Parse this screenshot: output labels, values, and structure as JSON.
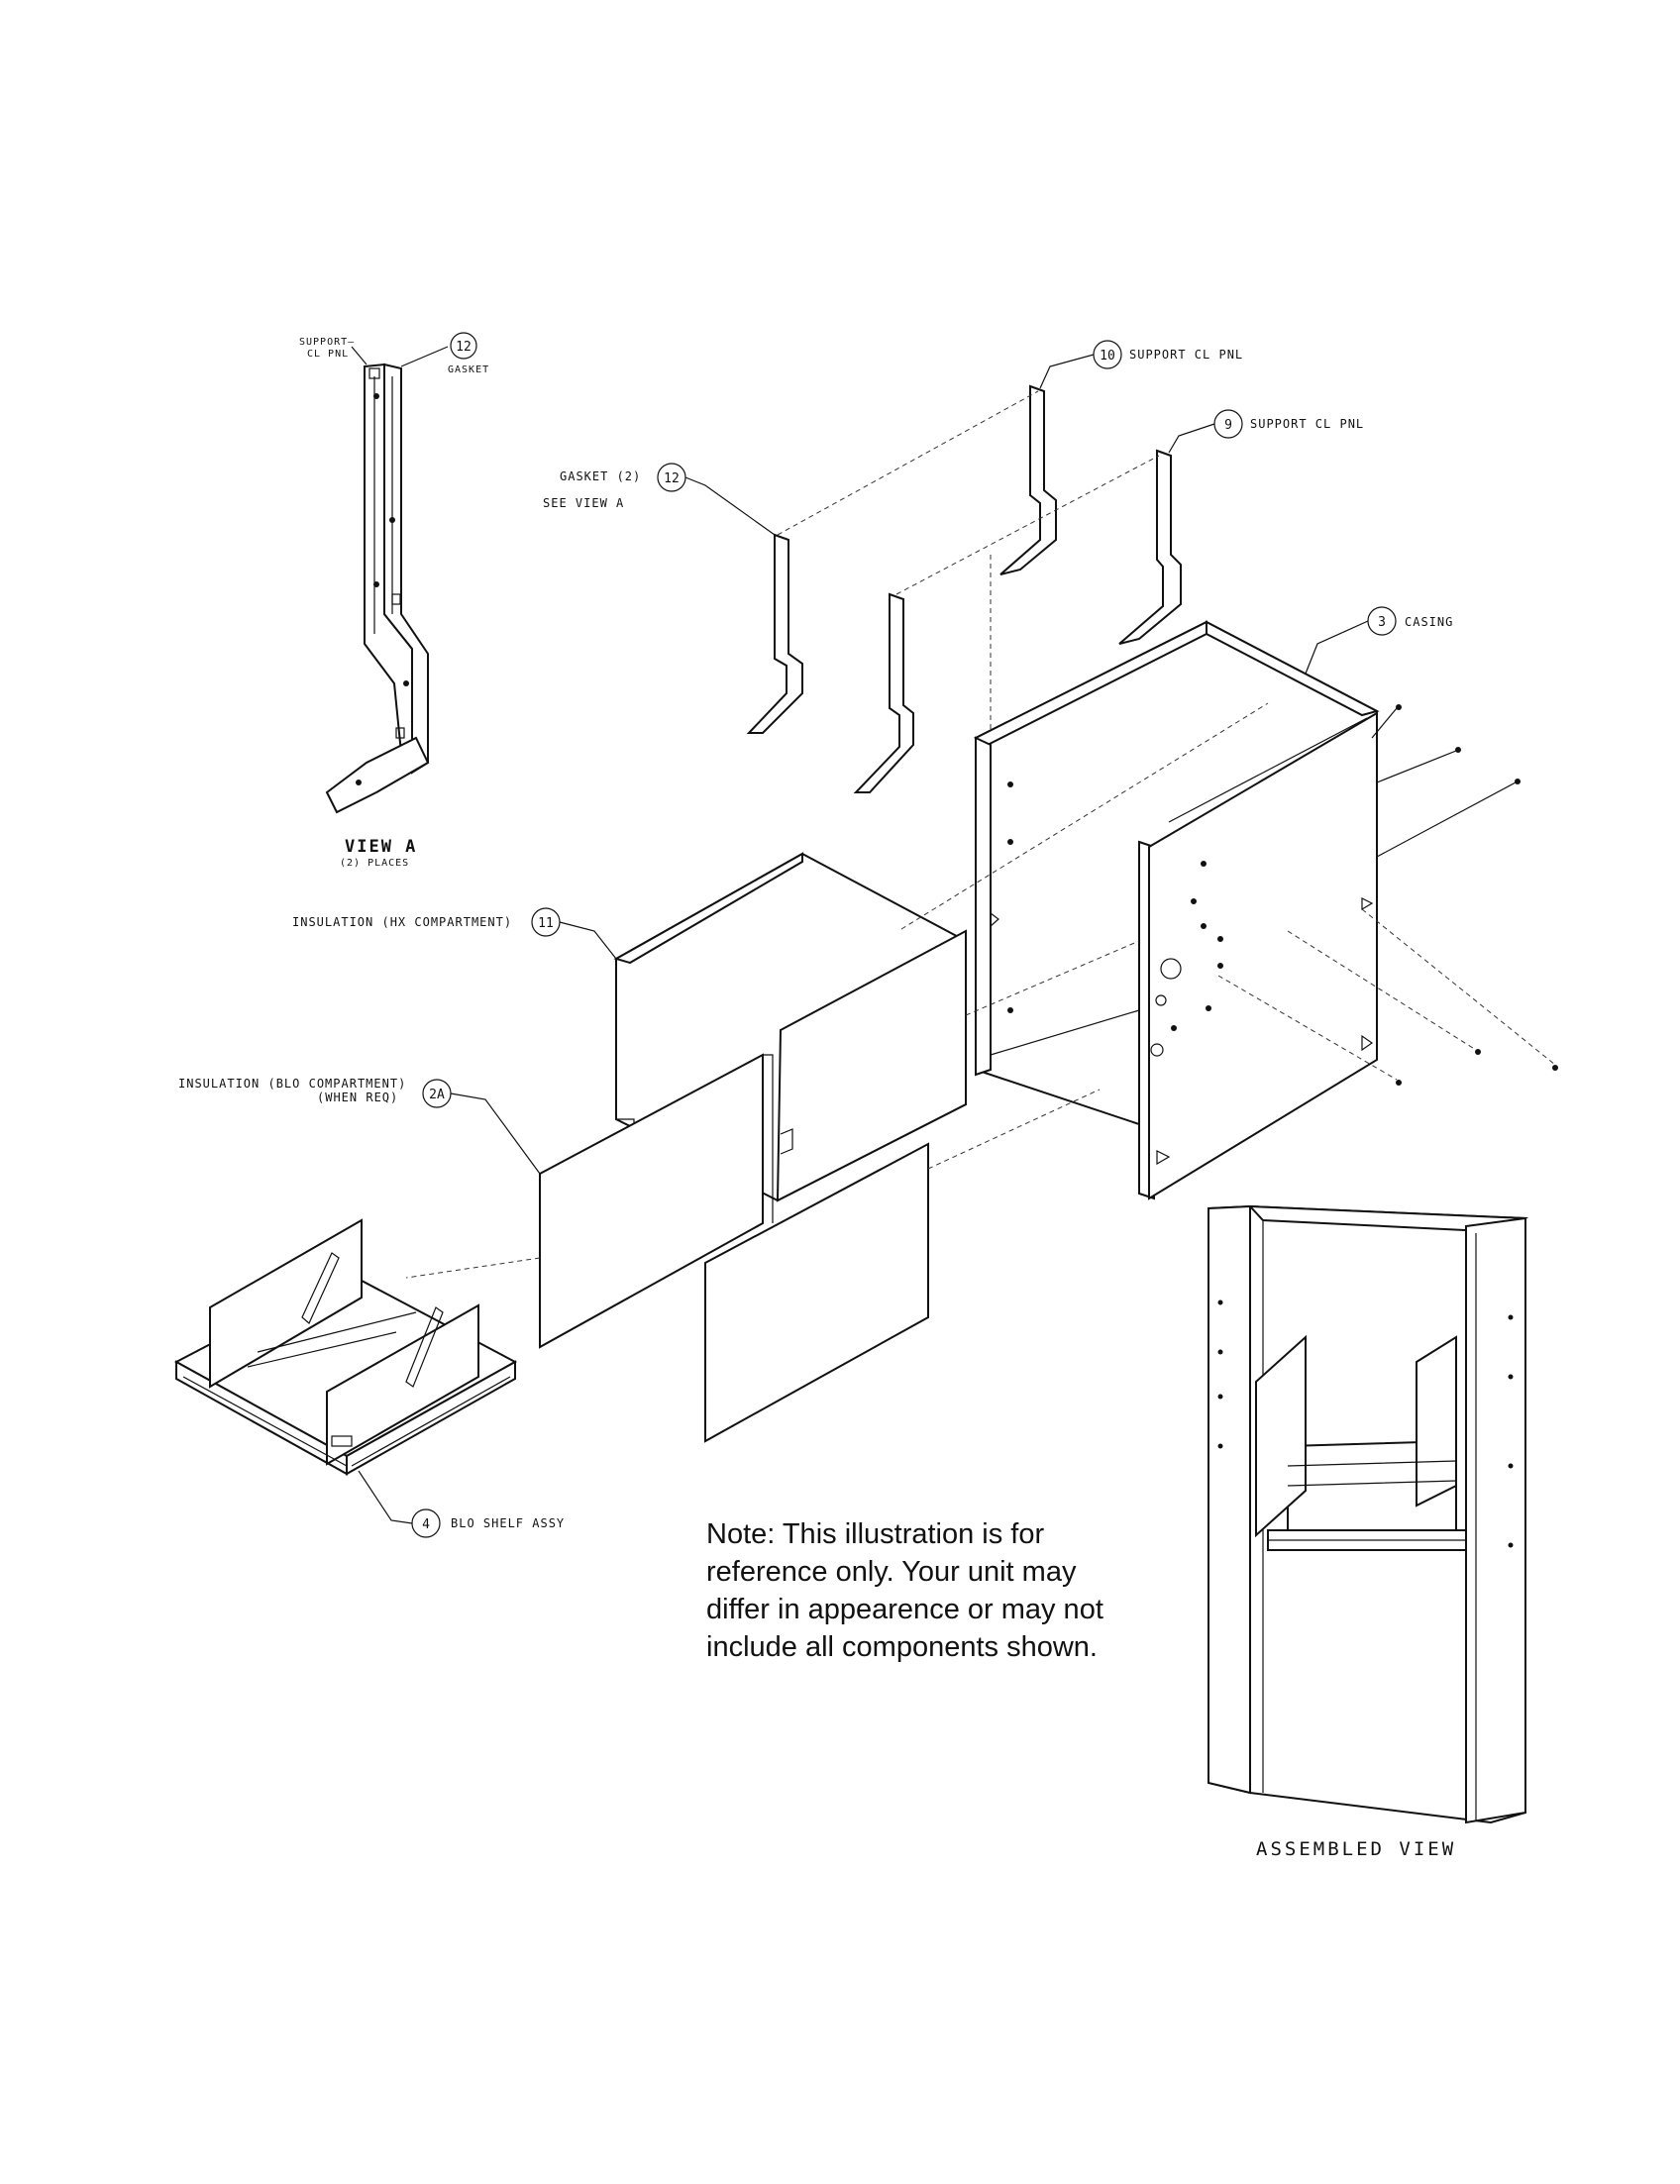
{
  "callouts": {
    "view_a_support": "SUPPORT—\nCL PNL",
    "view_a_support_l1": "SUPPORT—",
    "view_a_support_l2": "CL PNL",
    "view_a_gasket_num": "12",
    "view_a_gasket": "GASKET",
    "view_a_title": "VIEW A",
    "view_a_places": "(2) PLACES",
    "gasket_num": "12",
    "gasket_l1": "GASKET (2)",
    "gasket_l2": "SEE VIEW A",
    "support10_num": "10",
    "support10_lbl": "SUPPORT CL PNL",
    "support9_num": "9",
    "support9_lbl": "SUPPORT CL PNL",
    "casing_num": "3",
    "casing_lbl": "CASING",
    "ins_hx_num": "11",
    "ins_hx_lbl": "INSULATION (HX COMPARTMENT)",
    "ins_blo_num": "2A",
    "ins_blo_l1": "INSULATION (BLO COMPARTMENT)",
    "ins_blo_l2": "(WHEN REQ)",
    "blo_shelf_num": "4",
    "blo_shelf_lbl": "BLO SHELF ASSY",
    "assembled_lbl": "ASSEMBLED VIEW"
  },
  "note": {
    "line1": "Note: This illustration is for",
    "line2": "reference only. Your unit may",
    "line3": "differ in appearence or may not",
    "line4": "include all components shown."
  }
}
